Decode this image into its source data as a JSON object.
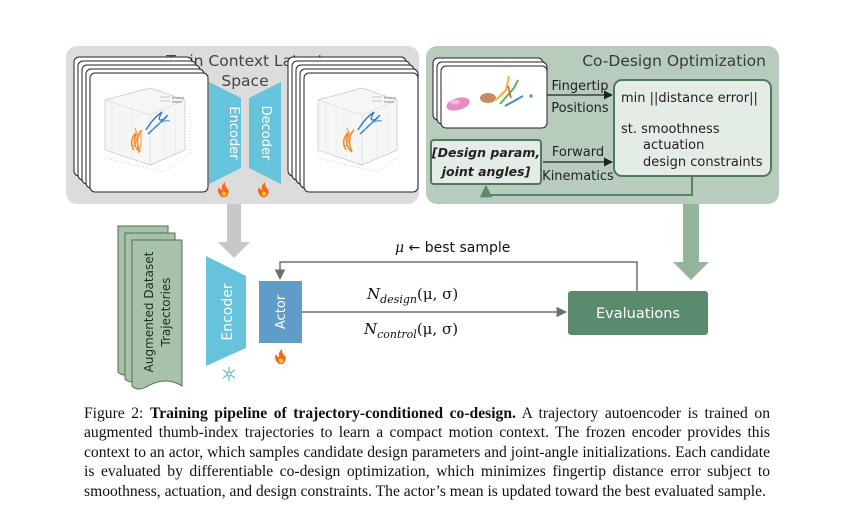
{
  "context_panel": {
    "title_line1": "Train Context Latent",
    "title_line2": "Space",
    "encoder_label": "Encoder",
    "decoder_label": "Decoder"
  },
  "codesign_panel": {
    "title": "Co-Design Optimization",
    "fingertip_label_line1": "Fingertip",
    "fingertip_label_line2": "Positions",
    "design_param_line1": "[Design param,",
    "design_param_line2": "joint angles]",
    "forward_label_line1": "Forward",
    "forward_label_line2": "Kinematics",
    "objective": "min ||distance error||",
    "subject_to": "st. smoothness",
    "constraint_1": "actuation",
    "constraint_2": "design constraints"
  },
  "pipeline": {
    "dataset_line1": "Augmented Dataset",
    "dataset_line2": "Trajectories",
    "encoder_label": "Encoder",
    "actor_label": "Actor",
    "best_sample": "μ ← best sample",
    "n_design": "N_design(μ, σ)",
    "n_control": "N_control(μ, σ)",
    "evaluations_label": "Evaluations"
  },
  "plot_legend": [
    "thumb",
    "index"
  ],
  "colors": {
    "panel_gray": "#dcdcdc",
    "panel_green": "#b8ccbd",
    "encoder_blue": "#66c3dc",
    "actor_blue": "#5f9dc8",
    "evaluations_green": "#5a8b6f",
    "dataset_green": "#a8c2aa",
    "arrow_gray": "#c8c8c8",
    "arrow_green": "#93b59b",
    "line_gray": "#6e6e6e"
  },
  "caption": {
    "figure_label": "Figure 2:",
    "bold_title": "Training pipeline of trajectory-conditioned co-design.",
    "body": "A trajectory autoencoder is trained on augmented thumb-index trajectories to learn a compact motion context. The frozen encoder provides this context to an actor, which samples candidate design parameters and joint-angle initializations. Each candidate is evaluated by differentiable co-design optimization, which minimizes fingertip distance error subject to smoothness, actuation, and design constraints. The actor’s mean is updated toward the best evaluated sample."
  }
}
